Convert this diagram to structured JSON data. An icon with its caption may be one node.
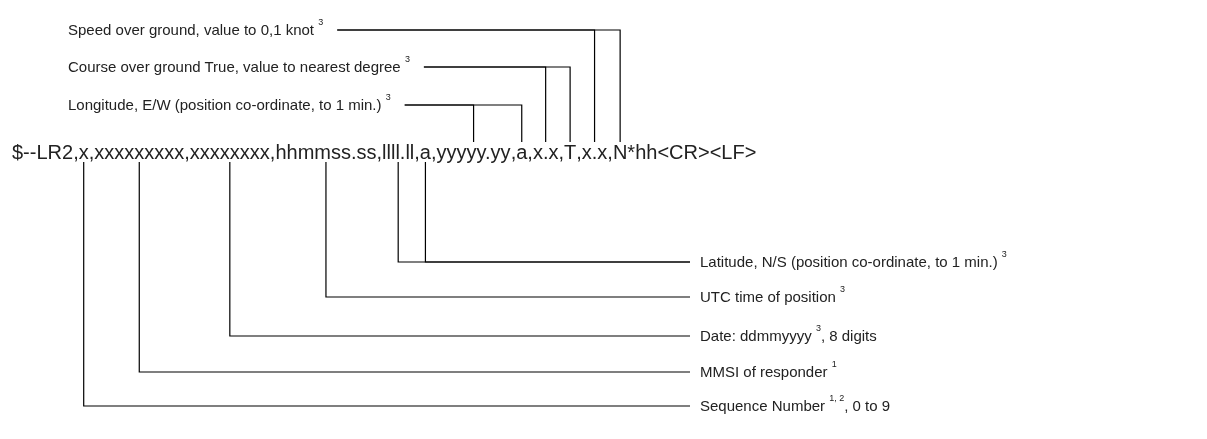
{
  "diagram": {
    "nodes": [
      {
        "text": [
          "Speed over ground, value to 0,1 knot $^{3}$"
        ]
      },
      {
        "text": [
          "Course over ground True, value to nearest degree $^{3}$"
        ]
      },
      {
        "text": [
          "Longitude, E/W (position co-ordinate, to 1 min.) $^{3}$"
        ]
      },
      {
        "text": [
          "x"
        ]
      },
      {
        "text": [
          "xxxxxxxxx"
        ]
      },
      {
        "text": [
          "xxxxxxxx"
        ]
      },
      {
        "text": [
          "hhmmss.ss"
        ]
      },
      {
        "text": [
          "llll.ll"
        ]
      },
      {
        "text": [
          "a"
        ]
      },
      {
        "text": [
          "yyyyy.yy"
        ]
      },
      {
        "text": [
          "a"
        ]
      },
      {
        "text": [
          "x.x"
        ]
      },
      {
        "text": [
          "T"
        ]
      },
      {
        "text": [
          "x.x"
        ]
      },
      {
        "text": [
          "N"
        ]
      },
      {
        "text": [
          "Latitude, N/S (position co-ordinate, to 1 min.) $^{3}$"
        ]
      },
      {
        "text": [
          "UTC time of position $^{3}$"
        ]
      },
      {
        "text": [
          "Date: ddmmyyyy $^{3}$, 8 digits"
        ]
      },
      {
        "text": [
          "MMSI of responder $^{1}$"
        ]
      },
      {
        "text": [
          "Sequence Number $^{1, 2}$, 0 to 9"
        ]
      }
    ],
    "edges": [
      {
        "from": 0,
        "to": 13,
        "arrow": "none"
      },
      {
        "from": 0,
        "to": 14,
        "arrow": "none"
      },
      {
        "from": 1,
        "to": 11,
        "arrow": "none"
      },
      {
        "from": 1,
        "to": 12,
        "arrow": "none"
      },
      {
        "from": 2,
        "to": 9,
        "arrow": "none"
      },
      {
        "from": 2,
        "to": 10,
        "arrow": "none"
      },
      {
        "from": 15,
        "to": 7,
        "arrow": "none"
      },
      {
        "from": 15,
        "to": 8,
        "arrow": "none"
      },
      {
        "from": 16,
        "to": 6,
        "arrow": "none"
      },
      {
        "from": 17,
        "to": 5,
        "arrow": "none"
      },
      {
        "from": 18,
        "to": 4,
        "arrow": "none"
      },
      {
        "from": 19,
        "to": 3,
        "arrow": "none"
      }
    ],
    "labels": [
      "$--LR2,",
      ",",
      ",",
      ",",
      ",",
      ",",
      ",",
      ",",
      ",",
      ",",
      ",",
      ",",
      "*hh<CR><LF>"
    ]
  }
}
